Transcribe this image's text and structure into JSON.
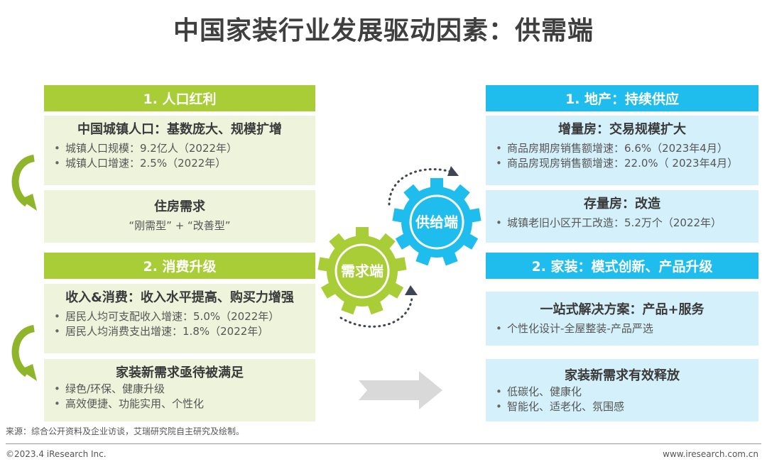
{
  "title": "中国家装行业发展驱动因素：供需端",
  "demand": {
    "sections": [
      {
        "header": "1. 人口红利",
        "boxes": [
          {
            "title": "中国城镇人口：基数庞大、规模扩增",
            "bullets": [
              "城镇人口规模：9.2亿人（2022年）",
              "城镇人口增速：2.5%（2022年）"
            ]
          },
          {
            "title": "住房需求",
            "subtitle": "“刚需型” + “改善型”"
          }
        ]
      },
      {
        "header": "2. 消费升级",
        "boxes": [
          {
            "title": "收入&消费：收入水平提高、购买力增强",
            "bullets": [
              "居民人均可支配收入增速：5.0%（2022年）",
              "居民人均消费支出增速：1.8%（2022年）"
            ]
          },
          {
            "title": "家装新需求亟待被满足",
            "bullets": [
              "绿色/环保、健康升级",
              "高效便捷、功能实用、个性化"
            ]
          }
        ]
      }
    ]
  },
  "supply": {
    "sections": [
      {
        "header": "1. 地产：持续供应",
        "boxes": [
          {
            "title": "增量房：交易规模扩大",
            "bullets": [
              "商品房期房销售额增速：6.6%（2023年4月）",
              "商品房现房销售额增速：22.0%（ 2023年4月）"
            ]
          },
          {
            "title": "存量房：改造",
            "bullets": [
              "城镇老旧小区开工改造：5.2万个（2022年）"
            ]
          }
        ]
      },
      {
        "header": "2. 家装：模式创新、产品升级",
        "boxes": [
          {
            "title": "一站式解决方案：产品+服务",
            "bullets": [
              "个性化设计-全屋整装-产品严选"
            ]
          },
          {
            "title": "家装新需求有效释放",
            "bullets": [
              "低碳化、健康化",
              "智能化、适老化、氛围感"
            ]
          }
        ]
      }
    ]
  },
  "gears": {
    "demand_label": "需求端",
    "supply_label": "供给端",
    "demand_color": "#a9cd36",
    "supply_color": "#1fbdee"
  },
  "colors": {
    "green_header": "#a9cd36",
    "green_box": "#eef4dc",
    "blue_header": "#1fbdee",
    "blue_box": "#d4f1fb",
    "arrow_gray": "#d9d9d9"
  },
  "footer": {
    "source": "来源：综合公开资料及企业访谈，艾瑞研究院自主研究及绘制。",
    "copyright": "©2023.4 iResearch Inc.",
    "website": "www.iresearch.com.cn"
  }
}
